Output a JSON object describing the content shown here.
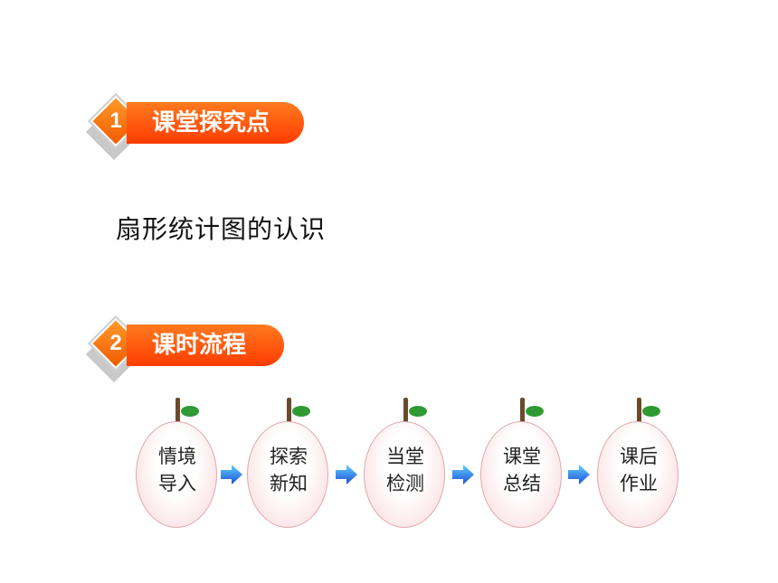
{
  "sections": [
    {
      "number": "1",
      "title": "课堂探究点"
    },
    {
      "number": "2",
      "title": "课时流程"
    }
  ],
  "topic": "扇形统计图的认识",
  "flow": [
    {
      "line1": "情境",
      "line2": "导入"
    },
    {
      "line1": "探索",
      "line2": "新知"
    },
    {
      "line1": "当堂",
      "line2": "检测"
    },
    {
      "line1": "课堂",
      "line2": "总结"
    },
    {
      "line1": "课后",
      "line2": "作业"
    }
  ],
  "colors": {
    "accent_orange": "#ff5a00",
    "leaf_green": "#2f9a33",
    "arrow_blue": "#1f6fe0"
  }
}
